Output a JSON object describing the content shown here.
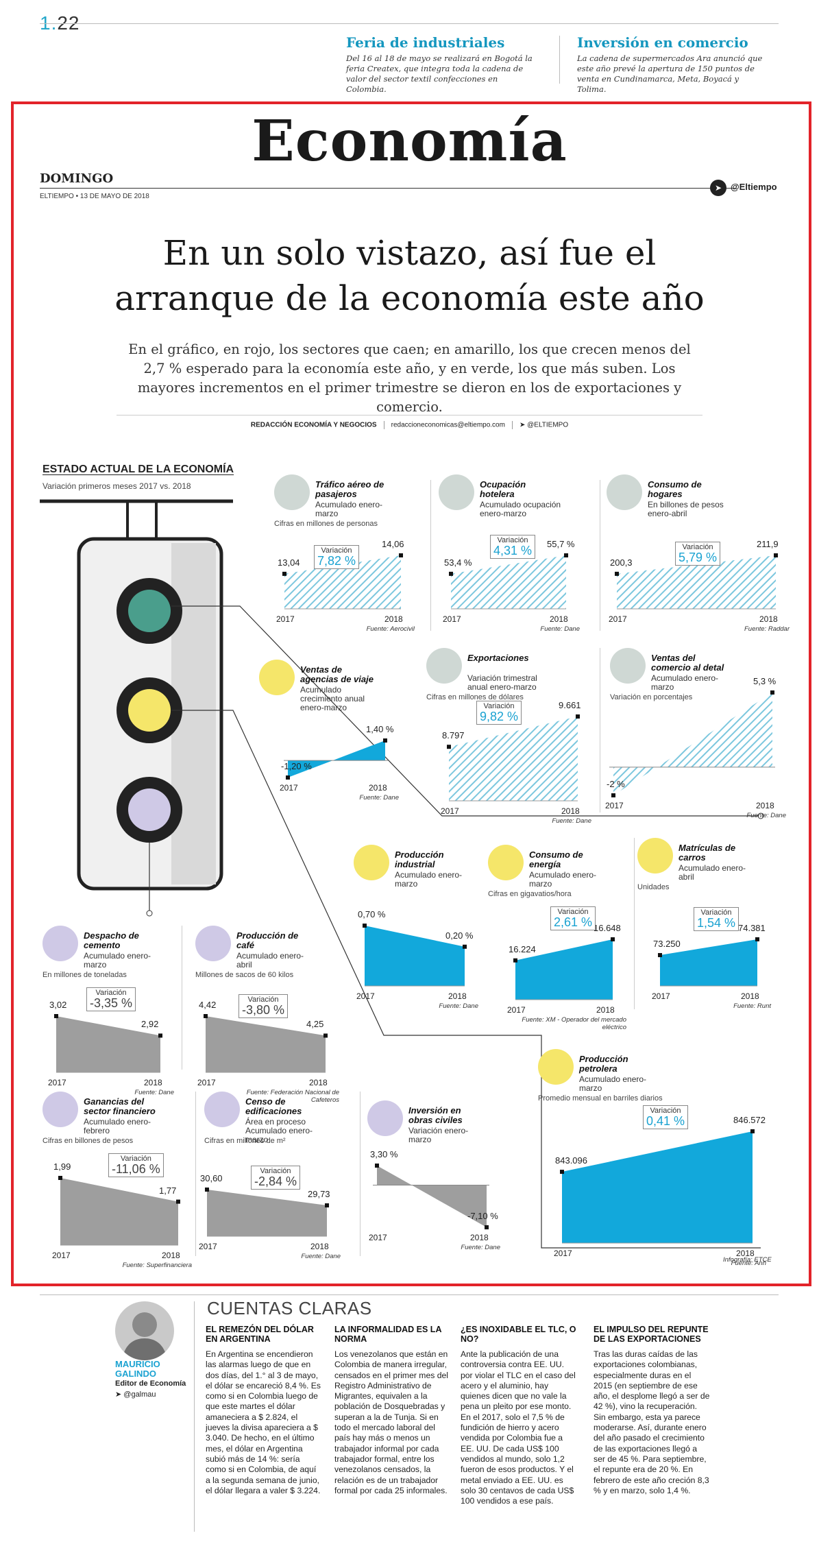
{
  "header": {
    "page_number_prefix": "1.",
    "page_number_suffix": "22",
    "teasers": [
      {
        "title": "Feria de industriales",
        "text": "Del 16 al 18 de mayo se realizará en Bogotá la feria Createx, que integra toda la cadena de valor del sector textil confecciones en Colombia."
      },
      {
        "title": "Inversión en comercio",
        "text": "La cadena de supermercados Ara anunció que este año prevé la apertura de 150 puntos de venta en Cundinamarca, Meta, Boyacá y Tolima."
      }
    ]
  },
  "section": {
    "title": "Economía",
    "day": "DOMINGO",
    "dateline": "ELTIEMPO • 13 DE MAYO DE 2018",
    "twitter": "@Eltiempo"
  },
  "article": {
    "headline_line1": "En un solo vistazo, así fue el",
    "headline_line2": "arranque de la economía este año",
    "intro": "En el gráfico, en rojo, los sectores que caen; en amarillo, los que crecen menos del 2,7 % esperado para la economía este año, y en verde, los que más suben. Los mayores incrementos en el primer trimestre se dieron en los de exportaciones y comercio.",
    "byline_desk": "REDACCIÓN ECONOMÍA Y NEGOCIOS",
    "byline_email": "redaccioneconomicas@eltiempo.com",
    "byline_twitter": "@ELTIEMPO"
  },
  "infographic": {
    "title": "ESTADO ACTUAL DE LA ECONOMÍA",
    "subtitle": "Variación primeros meses 2017 vs. 2018",
    "credit": "Infografía: ETCE",
    "colors": {
      "green": "#4a9e8c",
      "yellow": "#f5e66a",
      "red": "#cfc9e6",
      "blue": "#12a8db",
      "gray": "#9e9e9e",
      "hatch": "#7cc7de"
    },
    "variation_label": "Variación",
    "year_start": "2017",
    "year_end": "2018"
  },
  "chart_data": [
    {
      "type": "area",
      "title": "Tráfico aéreo de pasajeros",
      "subtitle": "Acumulado enero-marzo",
      "note": "Cifras en millones de personas",
      "x": [
        "2017",
        "2018"
      ],
      "labels": [
        "13,04",
        "14,06"
      ],
      "values": [
        13.04,
        14.06
      ],
      "variation": "7,82 %",
      "source": "Fuente: Aerocivil",
      "style": "hatch"
    },
    {
      "type": "area",
      "title": "Ocupación hotelera",
      "subtitle": "Acumulado ocupación enero-marzo",
      "note": "",
      "x": [
        "2017",
        "2018"
      ],
      "labels": [
        "53,4 %",
        "55,7 %"
      ],
      "values": [
        53.4,
        55.7
      ],
      "variation": "4,31 %",
      "source": "Fuente: Dane",
      "style": "hatch"
    },
    {
      "type": "area",
      "title": "Consumo de hogares",
      "subtitle": "En billones de pesos enero-abril",
      "note": "",
      "x": [
        "2017",
        "2018"
      ],
      "labels": [
        "200,3",
        "211,9"
      ],
      "values": [
        200.3,
        211.9
      ],
      "variation": "5,79 %",
      "source": "Fuente: Raddar",
      "style": "hatch"
    },
    {
      "type": "area",
      "title": "Ventas de agencias de viaje",
      "subtitle": "Acumulado crecimiento anual enero-marzo",
      "note": "",
      "x": [
        "2017",
        "2018"
      ],
      "labels": [
        "-1,20 %",
        "1,40 %"
      ],
      "values": [
        -1.2,
        1.4
      ],
      "variation": "",
      "source": "Fuente: Dane",
      "style": "solid-blue"
    },
    {
      "type": "area",
      "title": "Exportaciones",
      "subtitle": "Variación trimestral anual enero-marzo",
      "note": "Cifras en millones de dólares",
      "x": [
        "2017",
        "2018"
      ],
      "labels": [
        "8.797",
        "9.661"
      ],
      "values": [
        8797,
        9661
      ],
      "variation": "9,82 %",
      "source": "Fuente: Dane",
      "style": "hatch"
    },
    {
      "type": "area",
      "title": "Ventas del comercio al detal",
      "subtitle": "Acumulado enero-marzo",
      "note": "Variación en porcentajes",
      "x": [
        "2017",
        "2018"
      ],
      "labels": [
        "-2 %",
        "5,3 %"
      ],
      "values": [
        -2,
        5.3
      ],
      "variation": "",
      "source": "Fuente: Dane",
      "style": "hatch"
    },
    {
      "type": "area",
      "title": "Producción industrial",
      "subtitle": "Acumulado enero-marzo",
      "note": "",
      "x": [
        "2017",
        "2018"
      ],
      "labels": [
        "0,70 %",
        "0,20 %"
      ],
      "values": [
        0.7,
        0.2
      ],
      "variation": "",
      "source": "Fuente: Dane",
      "style": "solid-blue"
    },
    {
      "type": "area",
      "title": "Consumo de energía",
      "subtitle": "Acumulado enero-marzo",
      "note": "Cifras en gigavatios/hora",
      "x": [
        "2017",
        "2018"
      ],
      "labels": [
        "16.224",
        "16.648"
      ],
      "values": [
        16224,
        16648
      ],
      "variation": "2,61 %",
      "source": "Fuente: XM - Operador del mercado eléctrico",
      "style": "solid-blue"
    },
    {
      "type": "area",
      "title": "Matrículas de carros",
      "subtitle": "Acumulado enero-abril",
      "note": "Unidades",
      "x": [
        "2017",
        "2018"
      ],
      "labels": [
        "73.250",
        "74.381"
      ],
      "values": [
        73250,
        74381
      ],
      "variation": "1,54 %",
      "source": "Fuente: Runt",
      "style": "solid-blue"
    },
    {
      "type": "area",
      "title": "Producción petrolera",
      "subtitle": "Acumulado enero-marzo",
      "note": "Promedio mensual en barriles diarios",
      "x": [
        "2017",
        "2018"
      ],
      "labels": [
        "843.096",
        "846.572"
      ],
      "values": [
        843096,
        846572
      ],
      "variation": "0,41 %",
      "source": "Fuente: Anh",
      "style": "solid-blue"
    },
    {
      "type": "area",
      "title": "Despacho de cemento",
      "subtitle": "Acumulado enero-marzo",
      "note": "En millones de toneladas",
      "x": [
        "2017",
        "2018"
      ],
      "labels": [
        "3,02",
        "2,92"
      ],
      "values": [
        3.02,
        2.92
      ],
      "variation": "-3,35 %",
      "source": "Fuente: Dane",
      "style": "solid-gray"
    },
    {
      "type": "area",
      "title": "Producción de café",
      "subtitle": "Acumulado enero-abril",
      "note": "Millones de sacos de 60 kilos",
      "x": [
        "2017",
        "2018"
      ],
      "labels": [
        "4,42",
        "4,25"
      ],
      "values": [
        4.42,
        4.25
      ],
      "variation": "-3,80 %",
      "source": "Fuente: Federación Nacional de Cafeteros",
      "style": "solid-gray"
    },
    {
      "type": "area",
      "title": "Ganancias del sector financiero",
      "subtitle": "Acumulado enero-febrero",
      "note": "Cifras en billones de pesos",
      "x": [
        "2017",
        "2018"
      ],
      "labels": [
        "1,99",
        "1,77"
      ],
      "values": [
        1.99,
        1.77
      ],
      "variation": "-11,06 %",
      "source": "Fuente: Superfinanciera",
      "style": "solid-gray"
    },
    {
      "type": "area",
      "title": "Censo de edificaciones",
      "subtitle": "Área en proceso Acumulado enero-marzo",
      "note": "Cifras en millones de m²",
      "x": [
        "2017",
        "2018"
      ],
      "labels": [
        "30,60",
        "29,73"
      ],
      "values": [
        30.6,
        29.73
      ],
      "variation": "-2,84 %",
      "source": "Fuente: Dane",
      "style": "solid-gray"
    },
    {
      "type": "area",
      "title": "Inversión en obras civiles",
      "subtitle": "Variación enero-marzo",
      "note": "",
      "x": [
        "2017",
        "2018"
      ],
      "labels": [
        "3,30 %",
        "-7,10 %"
      ],
      "values": [
        3.3,
        -7.1
      ],
      "variation": "",
      "source": "Fuente: Dane",
      "style": "solid-gray"
    }
  ],
  "column": {
    "title": "CUENTAS CLARAS",
    "author_first": "MAURICIO",
    "author_last": "GALINDO",
    "author_role": "Editor de Economía",
    "author_twitter": "@galmau",
    "items": [
      {
        "heading": "EL REMEZÓN DEL DÓLAR EN ARGENTINA",
        "text": "En Argentina se encendieron las alarmas luego de que en dos días, del 1.° al 3 de mayo, el dólar se encareció 8,4 %. Es como si en Colombia luego de que este martes el dólar amaneciera a $ 2.824, el jueves la divisa apareciera a $ 3.040. De hecho, en el último mes, el dólar en Argentina subió más de 14 %: sería como si en Colombia, de aquí a la segunda semana de junio, el dólar llegara a valer $ 3.224."
      },
      {
        "heading": "LA INFORMALIDAD ES LA NORMA",
        "text": "Los venezolanos que están en Colombia de manera irregular, censados en el primer mes del Registro Administrativo de Migrantes, equivalen a la población de Dosquebradas y superan a la de Tunja. Si en todo el mercado laboral del país hay más o menos un trabajador informal por cada trabajador formal, entre los venezolanos censados, la relación es de un trabajador formal por cada 25 informales."
      },
      {
        "heading": "¿ES INOXIDABLE EL TLC, O NO?",
        "text": "Ante la publicación de una controversia contra EE. UU. por violar el TLC en el caso del acero y el aluminio, hay quienes dicen que no vale la pena un pleito por ese monto. En el 2017, solo el 7,5 % de fundición de hierro y acero vendida por Colombia fue a EE. UU. De cada US$ 100 vendidos al mundo, solo 1,2 fueron de esos productos. Y el metal enviado a EE. UU. es solo 30 centavos de cada US$ 100 vendidos a ese país."
      },
      {
        "heading": "EL IMPULSO DEL REPUNTE DE LAS EXPORTACIONES",
        "text": "Tras las duras caídas de las exportaciones colombianas, especialmente duras en el 2015 (en septiembre de ese año, el desplome llegó a ser de 42 %), vino la recuperación. Sin embargo, esta ya parece moderarse. Así, durante enero del año pasado el crecimiento de las exportaciones llegó a ser de 45 %. Para septiembre, el repunte era de 20 %. En febrero de este año creción 8,3 % y en marzo, solo 1,4 %."
      }
    ]
  }
}
